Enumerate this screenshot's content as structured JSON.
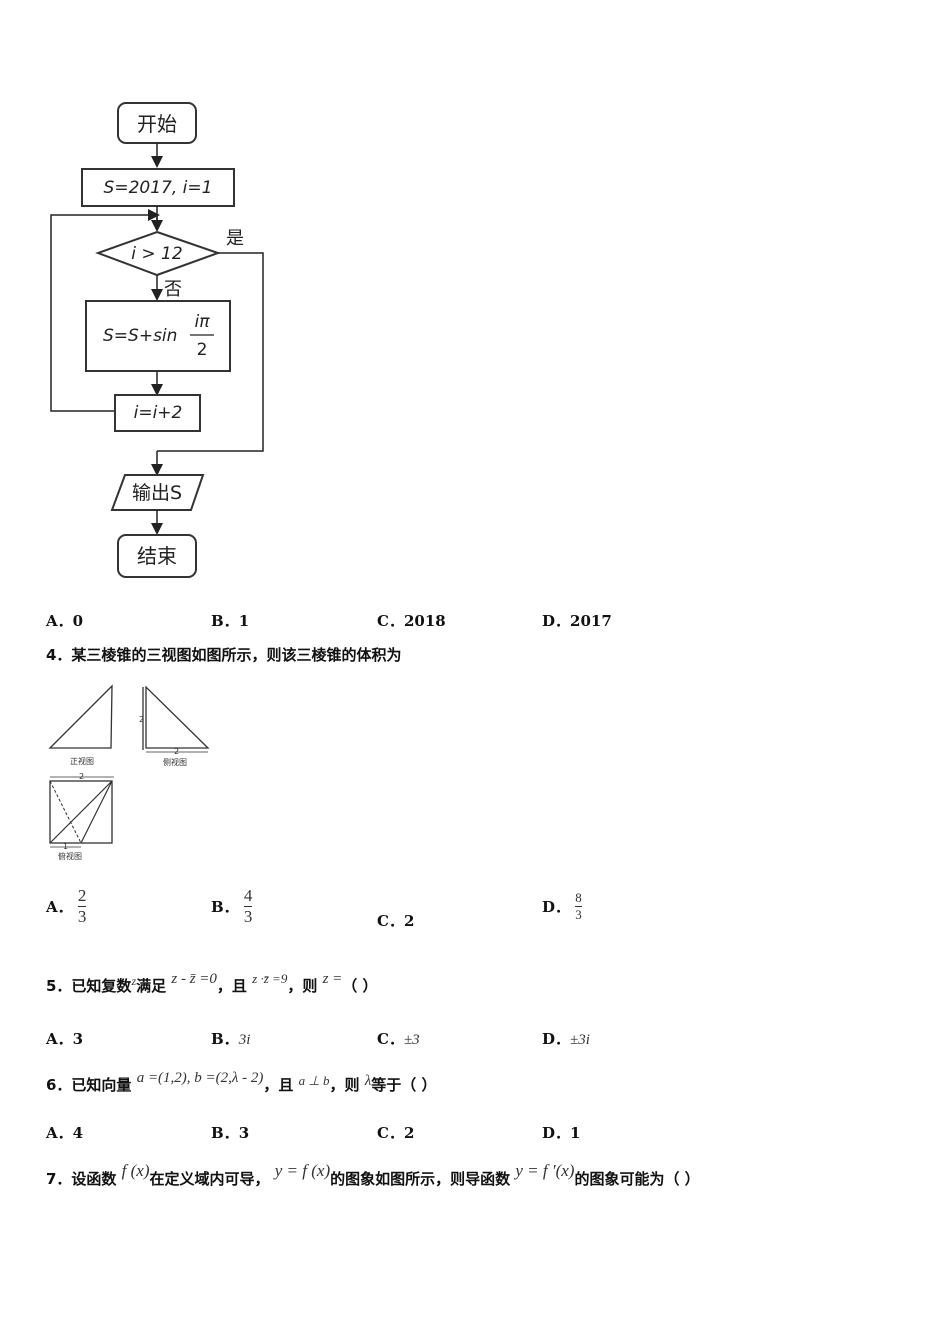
{
  "flowchart": {
    "start": "开始",
    "init": "S=2017, i=1",
    "condition": "i > 12",
    "yes": "是",
    "no": "否",
    "process_lhs": "S=S+sin",
    "process_num": "iπ",
    "process_den": "2",
    "increment": "i=i+2",
    "output": "输出S",
    "end": "结束"
  },
  "q3": {
    "options": [
      {
        "letter": "A．",
        "value": "0"
      },
      {
        "letter": "B．",
        "value": "1"
      },
      {
        "letter": "C．",
        "value": "2018"
      },
      {
        "letter": "D．",
        "value": "2017"
      }
    ]
  },
  "q4": {
    "stem": "4．某三棱锥的三视图如图所示，则该三棱锥的体积为",
    "views": {
      "front_label": "正视图",
      "side_label": "侧视图",
      "top_label": "俯视图",
      "dim_2a": "2",
      "dim_2b": "2",
      "dim_2c": "2",
      "dim_1": "1"
    },
    "options": [
      {
        "letter": "A．",
        "num": "2",
        "den": "3"
      },
      {
        "letter": "B．",
        "num": "4",
        "den": "3"
      },
      {
        "letter": "C．",
        "value": "2"
      },
      {
        "letter": "D．",
        "num": "8",
        "den": "3"
      }
    ]
  },
  "q5": {
    "prefix": "5．已知复数",
    "z": "z",
    "mid1": "满足",
    "cond1": "z - z̄ =0",
    "mid2": "，且",
    "cond2": "z ·z̄ =9",
    "mid3": "，则",
    "ask": "z =",
    "blank": "（    ）",
    "options": [
      {
        "letter": "A．",
        "value": "3"
      },
      {
        "letter": "B．",
        "value": "3i"
      },
      {
        "letter": "C．",
        "value": "±3"
      },
      {
        "letter": "D．",
        "value": "±3i"
      }
    ]
  },
  "q6": {
    "prefix": "6．已知向量",
    "vectors": "a =(1,2), b =(2,λ - 2)",
    "mid1": "，且",
    "perp": "a ⊥ b",
    "mid2": "，则",
    "lambda": "λ",
    "suffix": "等于（    ）",
    "options": [
      {
        "letter": "A．",
        "value": "4"
      },
      {
        "letter": "B．",
        "value": "3"
      },
      {
        "letter": "C．",
        "value": "2"
      },
      {
        "letter": "D．",
        "value": "1"
      }
    ]
  },
  "q7": {
    "prefix": "7．设函数",
    "f": "f (x)",
    "mid1": "在定义域内可导，",
    "yfx": "y = f (x)",
    "mid2": "的图象如图所示，则导函数",
    "yfpx": "y = f ′(x)",
    "suffix": "的图象可能为（    ）"
  }
}
